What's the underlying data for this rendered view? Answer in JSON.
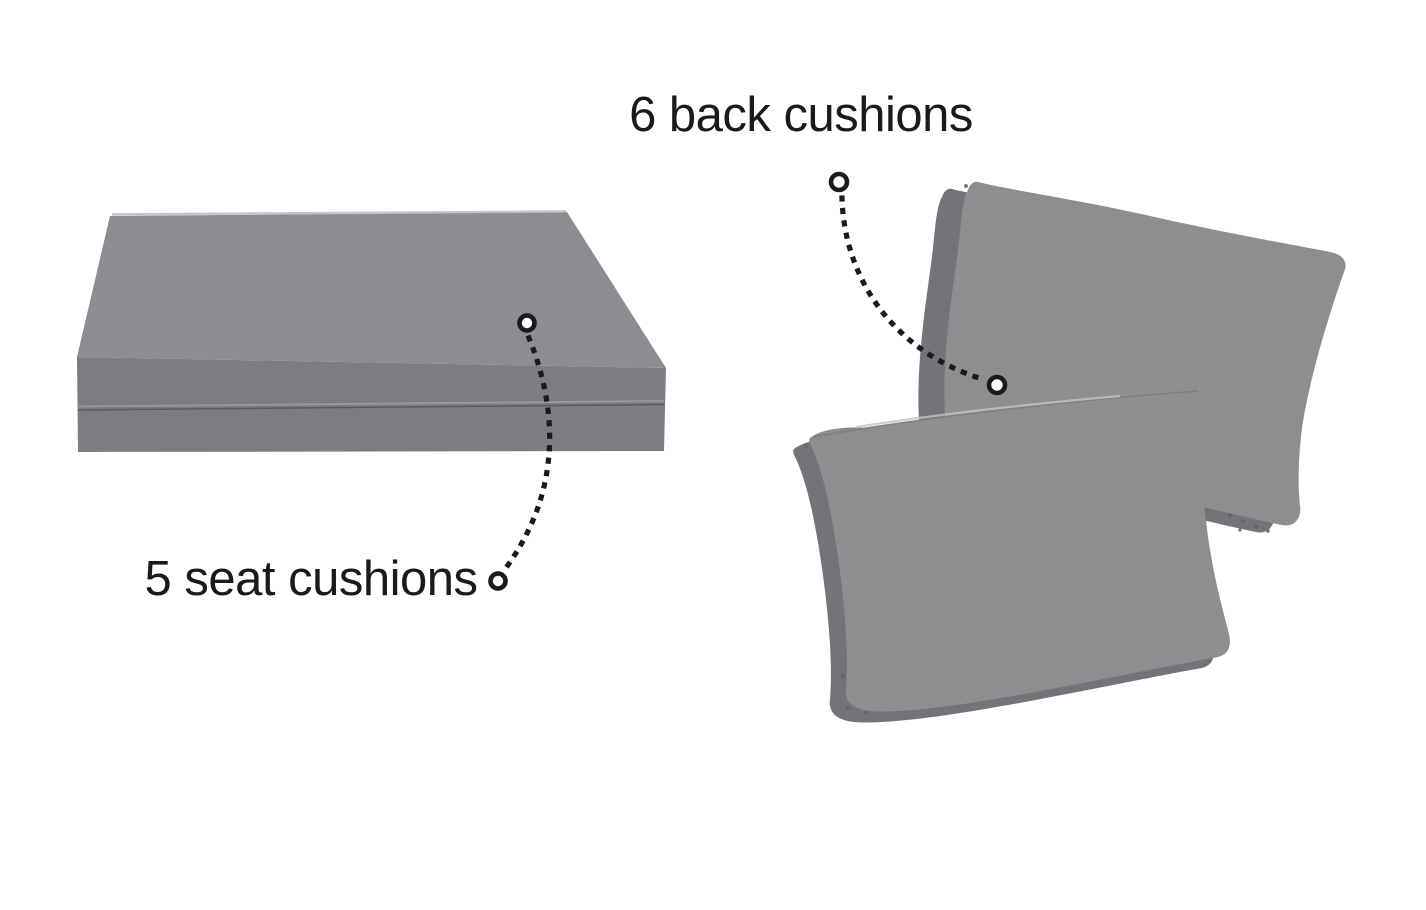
{
  "diagram": {
    "title": "cushion-count-diagram",
    "background": "#ffffff",
    "labels": {
      "back_cushions": "6 back cushions",
      "seat_cushions": "5 seat cushions"
    },
    "colors": {
      "text": "#1a1a1a",
      "connector": "#1a1a1a",
      "connector_marker_fill": "#ffffff",
      "pillow_face": "#8e8e90",
      "pillow_gusset": "#747478",
      "pillow_speckle": "#646468",
      "pillow_piping_highlight": "#c3c3c6",
      "pillow_edge_shadow": "#7c7c80",
      "box_top": "#8d8d91",
      "box_front": "#7d7d81",
      "box_top_highlight": "#bcbcbf",
      "box_seam_light": "#a3a3a6",
      "box_seam_dark": "#525255"
    }
  }
}
